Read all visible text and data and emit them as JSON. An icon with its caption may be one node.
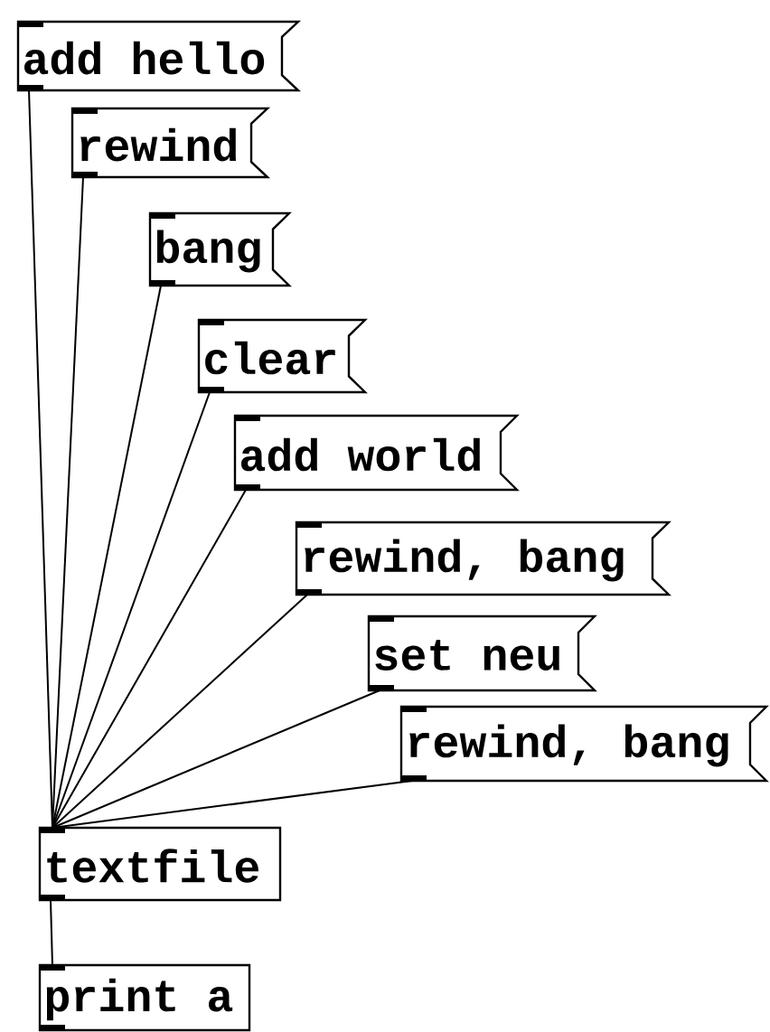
{
  "diagram": {
    "nodes": [
      {
        "text": [
          "add hello"
        ]
      },
      {
        "text": [
          "rewind"
        ]
      },
      {
        "text": [
          "bang"
        ]
      },
      {
        "text": [
          "clear"
        ]
      },
      {
        "text": [
          "add world"
        ]
      },
      {
        "text": [
          "rewind, bang"
        ]
      },
      {
        "text": [
          "set neu"
        ]
      },
      {
        "text": [
          "rewind, bang"
        ]
      },
      {
        "text": [
          "textfile"
        ]
      },
      {
        "text": [
          "print a"
        ]
      }
    ],
    "edges": [
      {
        "from": 0,
        "to": 8,
        "arrow": "none"
      },
      {
        "from": 1,
        "to": 8,
        "arrow": "none"
      },
      {
        "from": 2,
        "to": 8,
        "arrow": "none"
      },
      {
        "from": 3,
        "to": 8,
        "arrow": "none"
      },
      {
        "from": 4,
        "to": 8,
        "arrow": "none"
      },
      {
        "from": 5,
        "to": 8,
        "arrow": "none"
      },
      {
        "from": 6,
        "to": 8,
        "arrow": "none"
      },
      {
        "from": 7,
        "to": 8,
        "arrow": "none"
      },
      {
        "from": 8,
        "to": 9,
        "arrow": "none"
      }
    ]
  }
}
